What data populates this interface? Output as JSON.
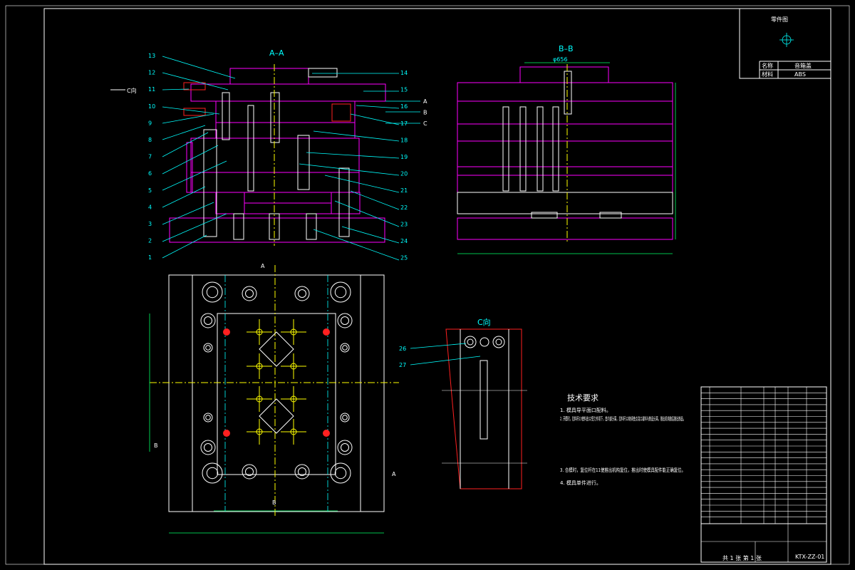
{
  "colors": {
    "background": "#000000",
    "outline": "#ffffff",
    "leader": "#00ffff",
    "dimension": "#00ff66",
    "hatch": "#ff00ff",
    "accent": "#ffff00",
    "alert": "#ff2020"
  },
  "views": {
    "section_aa": {
      "title": "A–A",
      "arrow_label": "C向",
      "left_callouts": [
        "13",
        "12",
        "11",
        "10",
        "9",
        "8",
        "7",
        "6",
        "5",
        "4",
        "3",
        "2",
        "1"
      ],
      "right_callouts": [
        "14",
        "15",
        "16",
        "17",
        "18",
        "19",
        "20",
        "21",
        "22",
        "23",
        "24",
        "25"
      ],
      "plane_labels": [
        "A",
        "B",
        "C"
      ]
    },
    "section_bb": {
      "title": "B–B",
      "top_dim": "φ656"
    },
    "plan_view": {
      "section_marks": [
        "A",
        "A",
        "B",
        "B"
      ]
    },
    "view_c": {
      "title": "C向",
      "callouts": [
        "26",
        "27"
      ]
    }
  },
  "part_box": {
    "title": "零件图",
    "rows": [
      {
        "label": "名称",
        "value": "音箱盖"
      },
      {
        "label": "材料",
        "value": "ABS"
      }
    ]
  },
  "tech_notes": {
    "title": "技术要求",
    "items": [
      "1. 模具导平面口配料。",
      "2. 开模时，拉料杆13使料由12受力作用下，首内部分离，拉料杆12继续使点浇口凝料与制品分离，推出机构随后推出制品。",
      "3. 合模时，复位杆在11使推出机构复位，推出时使模具配件能正确复位。",
      "4. 模具单件进行。"
    ]
  },
  "title_block": {
    "drawing_no": "KTX-ZZ-01",
    "rows": 23,
    "footer_center": "共 1 张 第 1 张"
  }
}
